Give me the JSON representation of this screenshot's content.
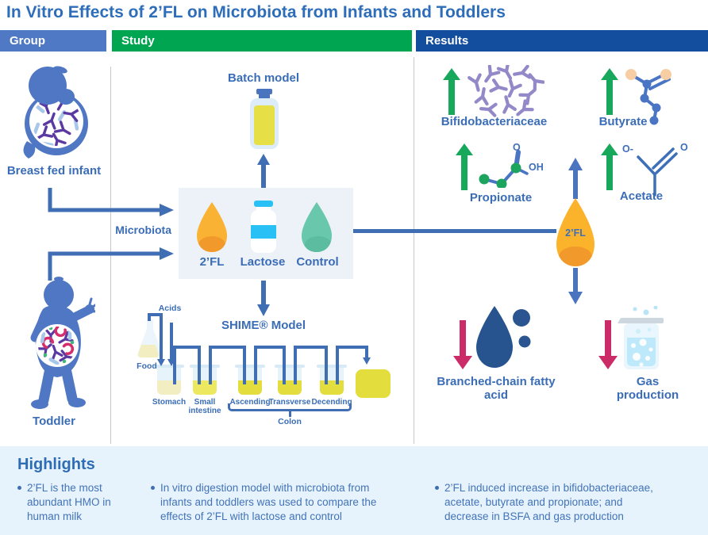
{
  "title": "In Vitro Effects of 2’FL on Microbiota from Infants and Toddlers",
  "headers": {
    "group": "Group",
    "study": "Study",
    "results": "Results"
  },
  "group": {
    "infant_label": "Breast fed infant",
    "microbiota_label": "Microbiota",
    "toddler_label": "Toddler",
    "infant_icon": "breastfeeding-infant-with-gut-microbiota",
    "toddler_icon": "toddler-with-gut-microbiota"
  },
  "study": {
    "batch_model_label": "Batch model",
    "batch_model_icon": "reagent-bottle",
    "treatments": [
      {
        "label": "2’FL",
        "icon": "orange-droplet"
      },
      {
        "label": "Lactose",
        "icon": "milk-bottle"
      },
      {
        "label": "Control",
        "icon": "teal-droplet"
      }
    ],
    "shime_title": "SHIME® Model",
    "acids_label": "Acids",
    "food_label": "Food",
    "vessels": [
      "Stomach",
      "Small intestine",
      "Ascending",
      "Transverse",
      "Decending"
    ],
    "colon_label": "Colon"
  },
  "results": {
    "increases": [
      {
        "label": "Bifidobacteriaceae",
        "icon": "bifidobacteria-cluster"
      },
      {
        "label": "Butyrate",
        "icon": "butyrate-molecule"
      },
      {
        "label": "Propionate",
        "icon": "propionate-molecule"
      },
      {
        "label": "Acetate",
        "icon": "acetate-molecule"
      }
    ],
    "atoms": {
      "propionate_o": "O",
      "propionate_oh": "OH",
      "acetate_o_minus": "O-",
      "acetate_o": "O"
    },
    "droplet_label": "2’FL",
    "decreases": [
      {
        "label": "Branched-chain fatty acid",
        "icon": "dark-blue-droplet"
      },
      {
        "label": "Gas production",
        "icon": "bubbling-beaker"
      }
    ]
  },
  "highlights": {
    "title": "Highlights",
    "bullets": [
      "2’FL is the most abundant HMO in human milk",
      "In vitro digestion model with microbiota from infants and toddlers was used to compare the effects of 2’FL with lactose and control",
      "2’FL induced increase in bifidobacteriaceae, acetate, butyrate and propionate; and decrease in BSFA and gas production"
    ]
  },
  "colors": {
    "title_blue": "#2e6db9",
    "group_bar": "#4f79c4",
    "study_bar": "#00a551",
    "results_bar": "#124d9e",
    "arrow_blue": "#3f6eb5",
    "label_blue": "#3a6db6",
    "increase_green": "#18a85b",
    "decrease_crimson": "#cb2b67",
    "fl_orange": "#f9b233",
    "control_teal": "#69c7ab",
    "lactose_cyan": "#29c1f5",
    "bacteria_purple": "#9489c8",
    "bsfa_navy": "#27538f",
    "highlights_bg": "#e7f3fc"
  }
}
